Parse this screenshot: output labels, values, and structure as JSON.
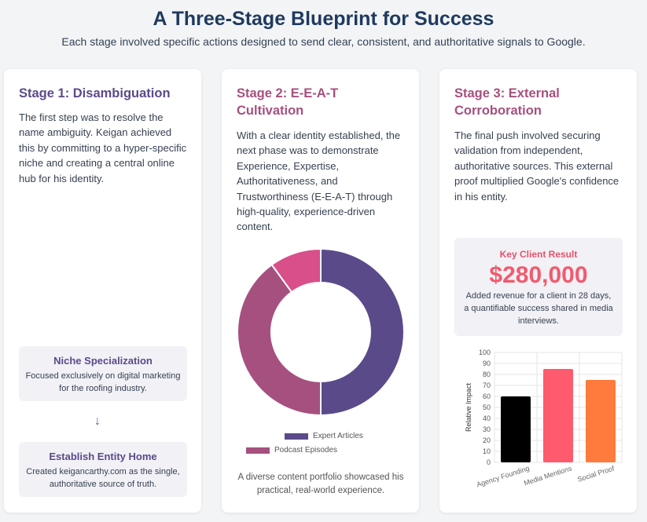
{
  "header": {
    "title": "A Three-Stage Blueprint for Success",
    "subtitle": "Each stage involved specific actions designed to send clear, consistent, and authoritative signals to Google."
  },
  "stage1": {
    "title": "Stage 1: Disambiguation",
    "body": "The first step was to resolve the name ambiguity. Keigan achieved this by committing to a hyper-specific niche and creating a central online hub for his identity.",
    "box1_title": "Niche Specialization",
    "box1_desc": "Focused exclusively on digital marketing for the roofing industry.",
    "arrow": "↓",
    "box2_title": "Establish Entity Home",
    "box2_desc": "Created keigancarthy.com as the single, authoritative source of truth."
  },
  "stage2": {
    "title": "Stage 2: E-E-A-T Cultivation",
    "body": "With a clear identity established, the next phase was to demonstrate Experience, Expertise, Authoritativeness, and Trustworthiness (E-E-A-T) through high-quality, experience-driven content.",
    "caption": "A diverse content portfolio showcased his practical, real-world experience."
  },
  "stage3": {
    "title": "Stage 3: External Corroboration",
    "body": "The final push involved securing validation from independent, authoritative sources. This external proof multiplied Google's confidence in his entity.",
    "result_label": "Key Client Result",
    "result_value": "$280,000",
    "result_desc": "Added revenue for a client in 28 days, a quantifiable success shared in media interviews."
  },
  "colors": {
    "purple": "#5b4a8a",
    "magenta": "#a6507f",
    "pink": "#d94f8a",
    "red": "#f15b6e",
    "orange": "#fb7a3c",
    "black": "#000000"
  },
  "chart_data": [
    {
      "type": "pie",
      "variant": "doughnut",
      "title": "",
      "slices": [
        {
          "label": "Expert Articles",
          "value": 50,
          "color": "#5b4a8a"
        },
        {
          "label": "Podcast Episodes",
          "value": 40,
          "color": "#a6507f"
        },
        {
          "label": "",
          "value": 10,
          "color": "#d94f8a"
        }
      ],
      "legend_position": "bottom"
    },
    {
      "type": "bar",
      "title": "",
      "categories": [
        "Agency Founding",
        "Media Mentions",
        "Social Proof"
      ],
      "values": [
        60,
        85,
        75
      ],
      "colors": [
        "#000000",
        "#ff5a6e",
        "#ff7a3c"
      ],
      "xlabel": "",
      "ylabel": "Relative Impact",
      "ylim": [
        0,
        100
      ],
      "yticks": [
        0,
        10,
        20,
        30,
        40,
        50,
        60,
        70,
        80,
        90,
        100
      ],
      "grid": true
    }
  ]
}
